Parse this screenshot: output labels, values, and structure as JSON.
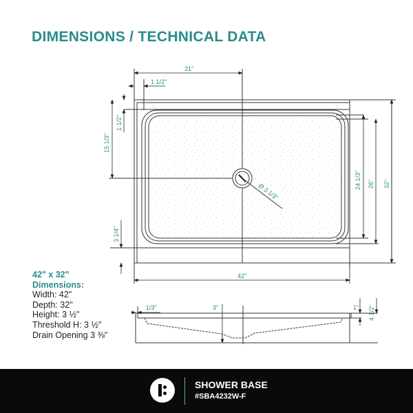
{
  "header": {
    "title": "DIMENSIONS / TECHNICAL DATA"
  },
  "top_view": {
    "dimensions": {
      "half_width": "21\"",
      "flange_width": "1 1/2\"",
      "flange_depth": "1 1/2\"",
      "drain_offset_depth": "15 1/3\"",
      "threshold_depth": "3 1/4\"",
      "drain_diameter": "Ø 3 1/3\"",
      "inner_depth": "24 1/3\"",
      "basin_depth": "26\"",
      "total_depth": "32\"",
      "total_width": "42\""
    }
  },
  "side_view": {
    "dimensions": {
      "lip": "1/3\"",
      "drain_height": "3\"",
      "threshold_step": "1\"",
      "total_height": "4 1/2\""
    }
  },
  "specs": {
    "size": "42\" x 32\"",
    "heading": "Dimensions:",
    "items": [
      "Width: 42\"",
      "Depth: 32\"",
      "Height: 3 ½\"",
      "Threshold H: 3 ½\"",
      "Drain Opening 3 ⅜\""
    ]
  },
  "footer": {
    "logo_icon": "brand-logo-icon",
    "product_name": "SHOWER BASE",
    "sku": "#SBA4232W-F"
  },
  "colors": {
    "accent": "#2a8c8c",
    "footer_bg": "#0a0a0a",
    "line": "#333333"
  }
}
